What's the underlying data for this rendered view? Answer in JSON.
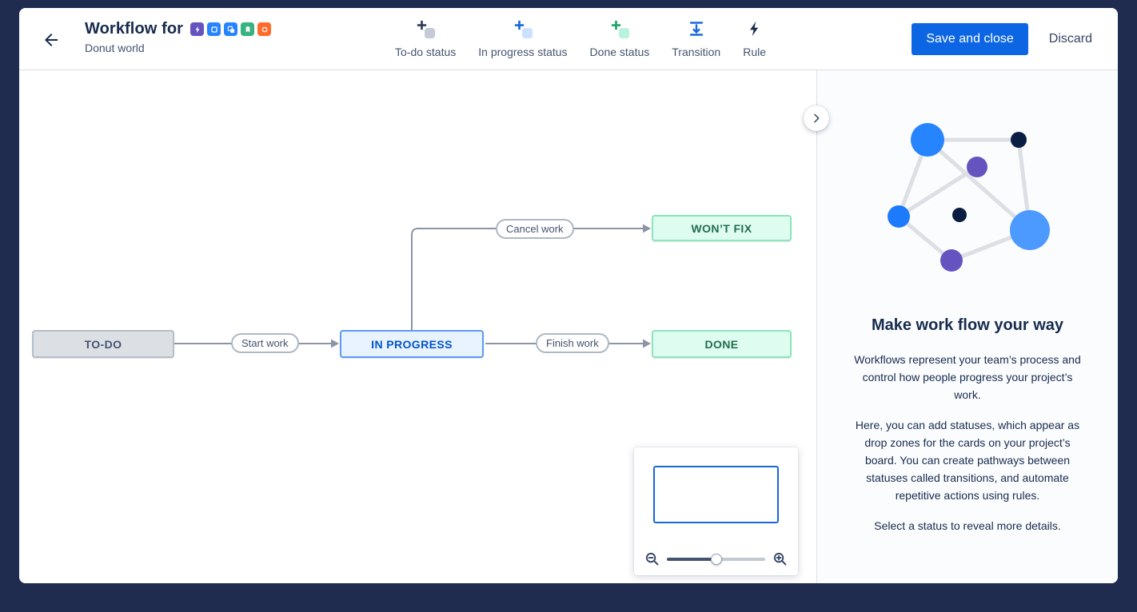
{
  "header": {
    "back_icon": "arrow-left-icon",
    "title": "Workflow for",
    "subtitle": "Donut world",
    "project_icons": [
      {
        "name": "epic-icon",
        "bg": "#6554C0"
      },
      {
        "name": "task-icon",
        "bg": "#2684FF"
      },
      {
        "name": "subtask-icon",
        "bg": "#2684FF"
      },
      {
        "name": "story-icon",
        "bg": "#36B37E"
      },
      {
        "name": "bug-icon",
        "bg": "#FF6B2C"
      }
    ],
    "save_button": "Save and close",
    "discard_button": "Discard"
  },
  "toolbar": {
    "items": [
      {
        "label": "To-do status",
        "kind": "add-status",
        "accent": "#2b3a55",
        "tile": "#c4cbd6"
      },
      {
        "label": "In progress status",
        "kind": "add-status",
        "accent": "#1868DB",
        "tile": "#cce0ff"
      },
      {
        "label": "Done status",
        "kind": "add-status",
        "accent": "#22A06B",
        "tile": "#baf3db"
      },
      {
        "label": "Transition",
        "kind": "transition",
        "accent": "#1868DB"
      },
      {
        "label": "Rule",
        "kind": "rule",
        "accent": "#172B4D"
      }
    ]
  },
  "canvas": {
    "statuses": [
      {
        "label": "TO-DO",
        "category": "todo"
      },
      {
        "label": "IN PROGRESS",
        "category": "in-progress"
      },
      {
        "label": "WON’T FIX",
        "category": "done"
      },
      {
        "label": "DONE",
        "category": "done"
      }
    ],
    "transitions": [
      {
        "label": "Start work",
        "from": "TO-DO",
        "to": "IN PROGRESS"
      },
      {
        "label": "Cancel work",
        "from": "IN PROGRESS",
        "to": "WON’T FIX"
      },
      {
        "label": "Finish work",
        "from": "IN PROGRESS",
        "to": "DONE"
      }
    ]
  },
  "minimap": {
    "zoom_out_icon": "magnifier-minus-icon",
    "zoom_in_icon": "magnifier-plus-icon",
    "viewport_border": "#1868DB"
  },
  "sidebar": {
    "toggle_icon": "chevron-right-icon",
    "heading": "Make work flow your way",
    "paragraphs": [
      "Workflows represent your team’s process and control how people progress your project’s work.",
      "Here, you can add statuses, which appear as drop zones for the cards on your project’s board. You can create pathways between statuses called transitions, and automate repetitive actions using rules.",
      "Select a status to reveal more details."
    ]
  },
  "colors": {
    "frame": "#1F2C4F",
    "primary_button": "#0C66E4",
    "status_todo_bg": "#DCDFE4",
    "status_inprogress_bg": "#E9F2FF",
    "status_inprogress_border": "#5C9BF5",
    "status_done_bg": "#DFFCF0",
    "status_done_border": "#8CE5BC",
    "connector": "#8b95a7"
  }
}
